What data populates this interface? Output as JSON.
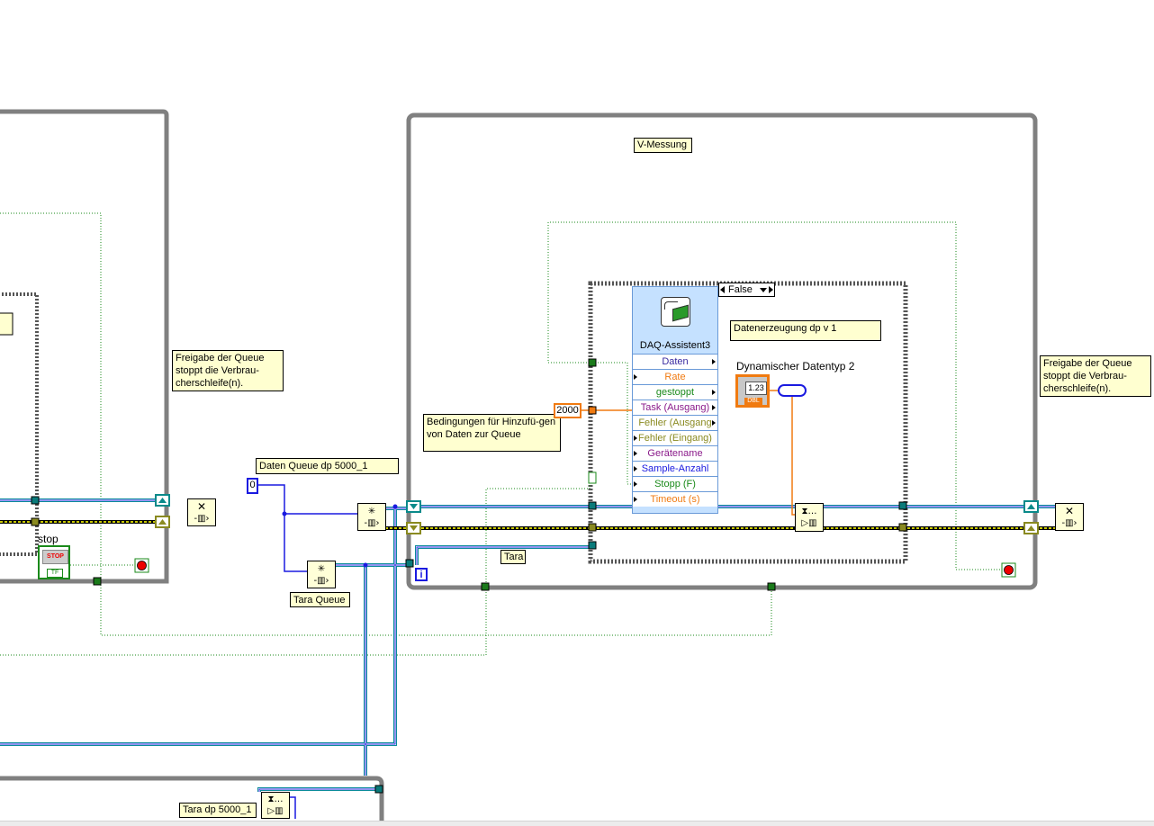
{
  "comments": {
    "release_left": "Freigabe der Queue stoppt die Verbrau-cherschleife(n).",
    "release_right": "Freigabe der Queue stoppt die Verbrau-cherschleife(n).",
    "v_messung": "V-Messung",
    "datenerzeugung": "Datenerzeugung dp v 1",
    "bedingungen": "Bedingungen für Hinzufü-gen von Daten zur Queue"
  },
  "labels": {
    "daten_queue": "Daten Queue dp 5000_1",
    "tara_queue": "Tara Queue",
    "tara": "Tara",
    "tara_dp": "Tara dp 5000_1",
    "stop": "stop",
    "dyn_datentyp": "Dynamischer Datentyp 2"
  },
  "constants": {
    "zero": "0",
    "rate": "2000",
    "dbl_value": "1.23",
    "dbl_type": "DBL",
    "iteration": "i",
    "stop_button": "STOP",
    "stop_tf": "TF"
  },
  "case_selector": {
    "value": "False"
  },
  "daq": {
    "title": "DAQ-Assistent3",
    "terminals": [
      {
        "label": "Daten",
        "color": "#3a2aa0"
      },
      {
        "label": "Rate",
        "color": "#f07a10"
      },
      {
        "label": "gestoppt",
        "color": "#1a8a1a"
      },
      {
        "label": "Task (Ausgang)",
        "color": "#8a1a8a"
      },
      {
        "label": "Fehler (Ausgang",
        "color": "#8a8a20"
      },
      {
        "label": "Fehler (Eingang)",
        "color": "#8a8a20"
      },
      {
        "label": "Gerätename",
        "color": "#8a1a8a"
      },
      {
        "label": "Sample-Anzahl",
        "color": "#1a1ae0"
      },
      {
        "label": "Stopp (F)",
        "color": "#1a8a1a"
      },
      {
        "label": "Timeout (s)",
        "color": "#f07a10"
      }
    ]
  },
  "colors": {
    "loop_frame": "#808080",
    "queue_wire": "#0a8a9a",
    "error_wire": "#c8c800",
    "boolean_wire": "#1a8a1a",
    "numeric_wire": "#f07a10",
    "int_wire": "#1a1ae0",
    "comment_bg": "#ffffd0"
  }
}
